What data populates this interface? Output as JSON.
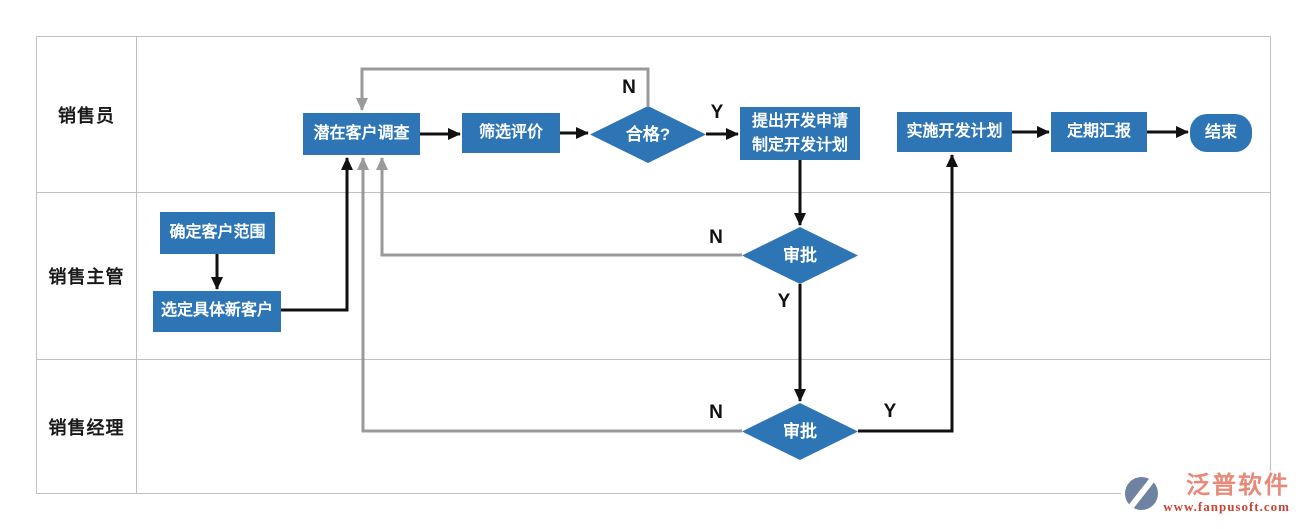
{
  "lanes": [
    {
      "label": "销售员"
    },
    {
      "label": "销售主管"
    },
    {
      "label": "销售经理"
    }
  ],
  "nodes": {
    "survey": {
      "label": "潜在客户调查",
      "type": "process"
    },
    "screening": {
      "label": "筛选评价",
      "type": "process"
    },
    "qualified": {
      "label": "合格?",
      "type": "decision"
    },
    "proposal": {
      "label": "提出开发申请\n制定开发计划",
      "type": "process"
    },
    "implement": {
      "label": "实施开发计划",
      "type": "process"
    },
    "report": {
      "label": "定期汇报",
      "type": "process"
    },
    "end": {
      "label": "结束",
      "type": "terminator"
    },
    "scope": {
      "label": "确定客户范围",
      "type": "process"
    },
    "select": {
      "label": "选定具体新客户",
      "type": "process"
    },
    "approve_supervisor": {
      "label": "审批",
      "type": "decision"
    },
    "approve_manager": {
      "label": "审批",
      "type": "decision"
    }
  },
  "edge_labels": {
    "qualified_no": "N",
    "qualified_yes": "Y",
    "approve_supervisor_no": "N",
    "approve_supervisor_yes": "Y",
    "approve_manager_no": "N",
    "approve_manager_yes": "Y"
  },
  "footer": {
    "brand": "泛普软件",
    "url": "www.fanpusoft.com"
  },
  "colors": {
    "node_fill": "#2e75b6",
    "node_text": "#ffffff",
    "edge_black": "#111111",
    "edge_gray": "#9a9a9a",
    "frame_border": "#c0c0c0",
    "brand_text": "#e78a79",
    "brand_url": "#cc4433",
    "logo_icon": "#6e82a1"
  }
}
